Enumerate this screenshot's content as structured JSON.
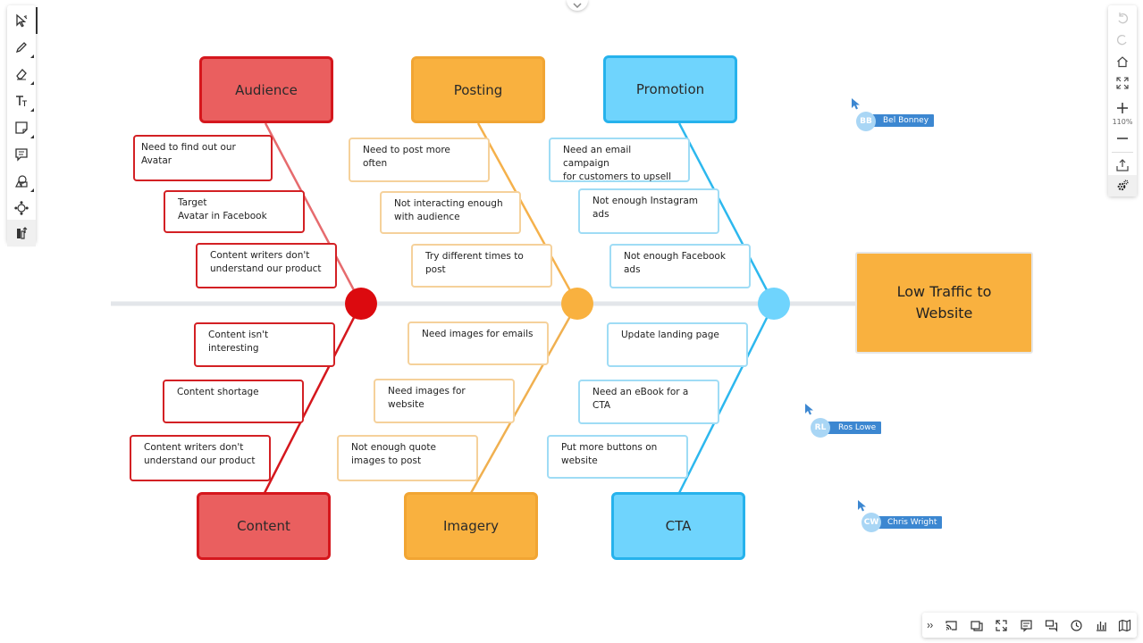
{
  "canvas": {
    "categories": [
      {
        "label": "Audience"
      },
      {
        "label": "Posting"
      },
      {
        "label": "Promotion"
      },
      {
        "label": "Content"
      },
      {
        "label": "Imagery"
      },
      {
        "label": "CTA"
      }
    ],
    "notes": {
      "audience": [
        "Need to find out our Avatar",
        "Target\nAvatar in Facebook",
        "Content writers don't\nunderstand our product"
      ],
      "posting": [
        "Need to post more often",
        "Not interacting enough\nwith audience",
        "Try different times to\npost"
      ],
      "promotion": [
        "Need an email campaign\nfor customers to upsell",
        "Not enough Instagram\nads",
        "Not enough Facebook\nads"
      ],
      "content": [
        "Content isn't interesting",
        "Content shortage",
        "Content writers don't\nunderstand our product"
      ],
      "imagery": [
        "Need images for emails",
        "Need images for website",
        "Not enough quote\nimages to post"
      ],
      "cta": [
        "Update landing page",
        "Need an eBook for a\nCTA",
        "Put more buttons on\nwebsite"
      ]
    },
    "effect": "Low Traffic to Website",
    "colors": {
      "red": "#ea5f5f",
      "red_border": "#d5171d",
      "orange": "#f9b13f",
      "blue": "#6fd4fd",
      "blue_border": "#26b2ec",
      "spine": "#e3e6ea",
      "cursor": "#3c87d1"
    }
  },
  "collaborators": [
    {
      "initials": "BB",
      "name": "Bel Bonney"
    },
    {
      "initials": "RL",
      "name": "Ros Lowe"
    },
    {
      "initials": "CW",
      "name": "Chris Wright"
    }
  ],
  "right_toolbar": {
    "zoom": "110%",
    "icons": [
      "undo-icon",
      "redo-icon",
      "home-icon",
      "fit-screen-icon",
      "zoom-in-icon",
      "zoom-out-icon",
      "export-icon",
      "settings-icon"
    ]
  },
  "left_toolbar": {
    "icons": [
      "select-icon",
      "pen-icon",
      "eraser-icon",
      "text-icon",
      "sticky-note-icon",
      "comment-icon",
      "shapes-icon",
      "connector-icon",
      "templates-icon"
    ]
  },
  "bottom_toolbar": {
    "icons": [
      "collapse-icon",
      "cast-icon",
      "present-icon",
      "fullscreen-icon",
      "notes-icon",
      "chat-icon",
      "history-icon",
      "stats-icon",
      "map-icon"
    ]
  }
}
